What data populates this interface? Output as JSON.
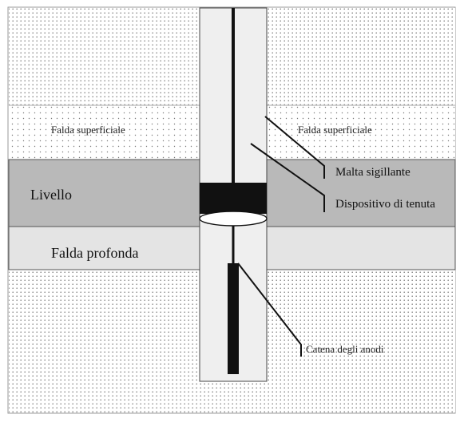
{
  "labels": {
    "falda_superficiale_left": "Falda superficiale",
    "falda_superficiale_right": "Falda superficiale",
    "livello": "Livello",
    "falda_profonda": "Falda profonda",
    "malta_sigillante": "Malta sigillante",
    "dispositivo_di_tenuta": "Dispositivo di tenuta",
    "catena_degli_anodi": "Catena degli anodi"
  },
  "colors": {
    "dot": "#6e6e6e",
    "livello_band": "#b9b9b9",
    "falda_profonda_band": "#e4e4e4",
    "well_fill": "#efefef",
    "seal_block": "#111111",
    "lines": "#111111"
  }
}
